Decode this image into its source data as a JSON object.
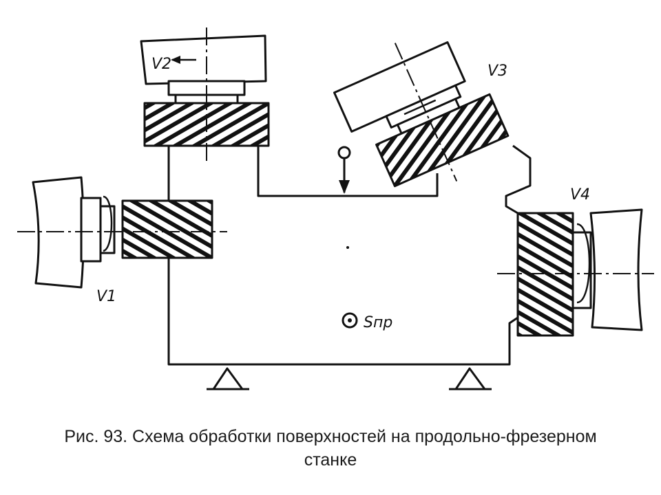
{
  "labels": {
    "v1": "V1",
    "v2": "V2",
    "v3": "V3",
    "v4": "V4",
    "feed": "Sпр"
  },
  "caption": {
    "line1": "Рис. 93. Схема обработки поверхностей на продольно-фрезерном",
    "line2": "станке"
  }
}
